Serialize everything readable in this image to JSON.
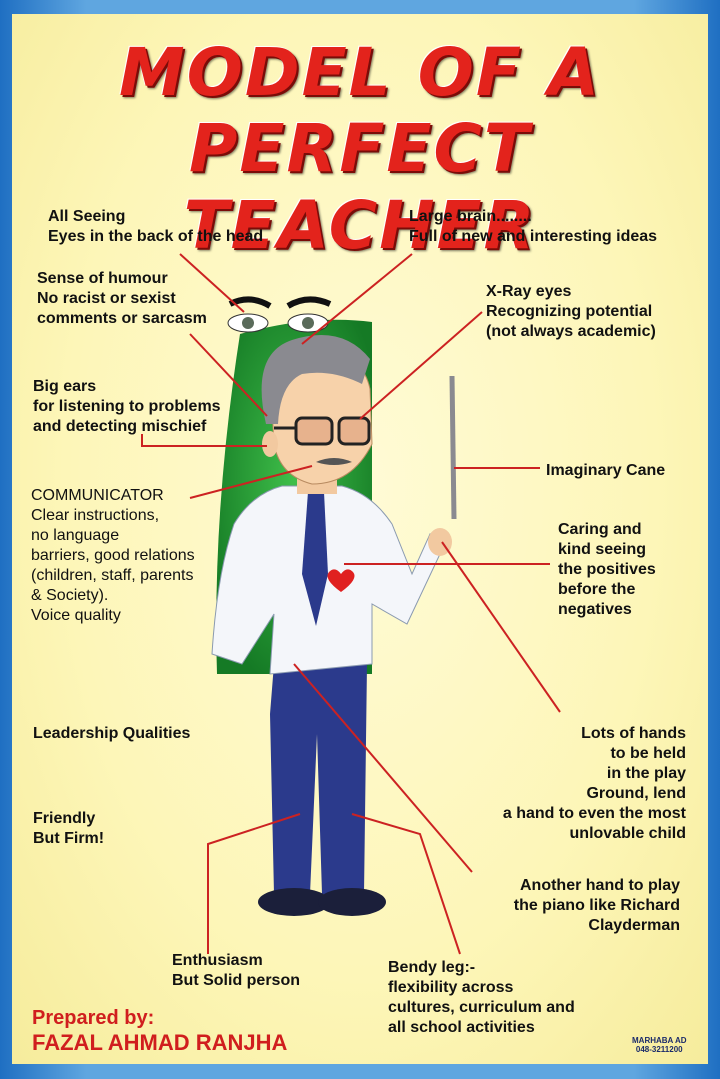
{
  "title": {
    "line1": "MODEL OF A",
    "line2": "PERFECT TEACHER"
  },
  "labels": {
    "all_seeing": "All Seeing\nEyes in the back of the head",
    "large_brain": "Large brain........\nFull of new and interesting ideas",
    "humour": "Sense of humour\nNo racist or sexist\ncomments or sarcasm",
    "xray": "X-Ray eyes\nRecognizing potential\n(not always academic)",
    "big_ears": "Big ears\nfor listening to problems\nand detecting mischief",
    "cane": "Imaginary Cane",
    "communicator_head": "COMMUNICATOR",
    "communicator": "Clear instructions,\nno language\nbarriers, good relations\n(children, staff, parents\n& Society).\nVoice quality",
    "caring": "Caring and\nkind seeing\nthe positives\nbefore the\nnegatives",
    "leadership": "Leadership Qualities",
    "hands": "Lots of hands\nto be held\nin the play\nGround, lend\na hand to even the most\nunlovable child",
    "friendly": "Friendly\nBut Firm!",
    "piano": "Another hand to play\nthe piano like Richard\nClayderman",
    "enthusiasm": "Enthusiasm\nBut Solid person",
    "bendy": "Bendy leg:-\nflexibility across\ncultures, curriculum and\nall school activities"
  },
  "footer": {
    "prepared_by": "Prepared by:",
    "author": "FAZAL AHMAD RANJHA",
    "mark_line1": "MARHABA AD",
    "mark_line2": "048-3211200"
  },
  "colors": {
    "title_red": "#e3231c",
    "pointer_red": "#cc2222",
    "poster_yellow": "#fdf6b8",
    "border_blue": "#1f6fc2"
  }
}
